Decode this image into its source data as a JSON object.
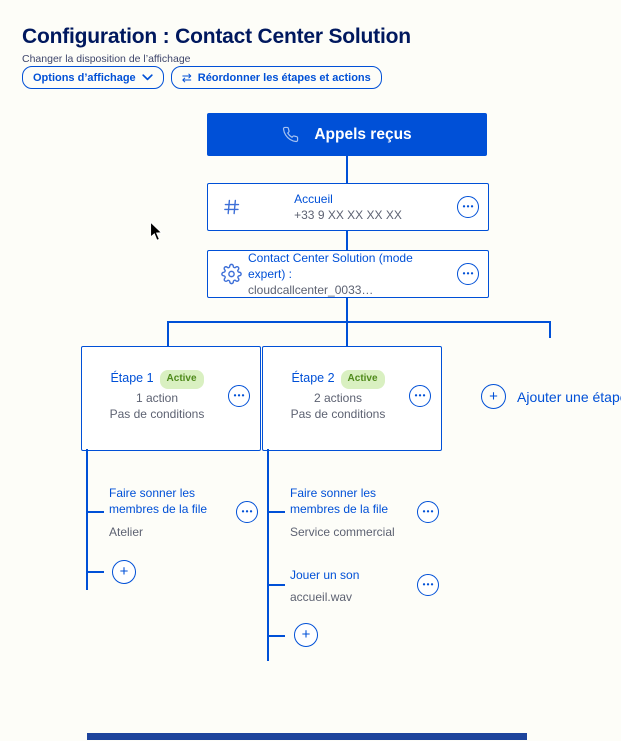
{
  "header": {
    "title": "Configuration : Contact Center Solution",
    "caption": "Changer la disposition de l’affichage",
    "options_button": "Options d’affichage",
    "reorder_button": "Réordonner les étapes et actions"
  },
  "icons": {
    "swap": "⇄",
    "menu": "•••",
    "plus": "+"
  },
  "flow": {
    "entry": {
      "label": "Appels reçus"
    },
    "number": {
      "title": "Accueil",
      "subtitle": "+33 9 XX XX XX XX"
    },
    "solution": {
      "title": "Contact Center Solution (mode expert) :",
      "subtitle": "cloudcallcenter_0033…"
    },
    "add_step": {
      "label": "Ajouter une étape"
    },
    "steps": [
      {
        "title": "Étape 1",
        "badge": "Active",
        "count": "1 action",
        "conditions": "Pas de conditions",
        "actions": [
          {
            "title": "Faire sonner les membres de la file",
            "subtitle": "Atelier"
          }
        ]
      },
      {
        "title": "Étape 2",
        "badge": "Active",
        "count": "2 actions",
        "conditions": "Pas de conditions",
        "actions": [
          {
            "title": "Faire sonner les membres de la file",
            "subtitle": "Service commercial"
          },
          {
            "title": "Jouer un son",
            "subtitle": "accueil.wav"
          }
        ]
      }
    ]
  },
  "colors": {
    "primary": "#0050d7",
    "title": "#00185e",
    "muted": "#5d6272",
    "badge_bg": "#d9f0c1",
    "badge_text": "#4f8a1b",
    "bottom_bar": "#1d449c"
  }
}
